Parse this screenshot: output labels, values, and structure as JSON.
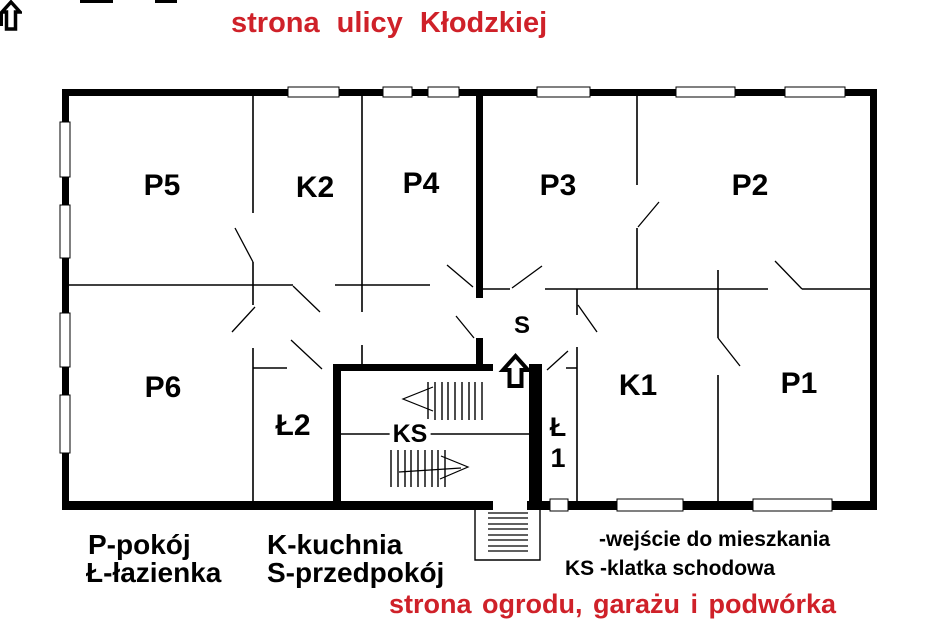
{
  "titles": {
    "top": "strona ulicy Kłodzkiej",
    "bottom": "strona ogrodu, garażu i podwórka"
  },
  "rooms": {
    "p5": "P5",
    "k2": "K2",
    "p4": "P4",
    "p3": "P3",
    "p2": "P2",
    "p6": "P6",
    "l2": "Ł2",
    "s": "S",
    "k1": "K1",
    "p1": "P1",
    "l1_line1": "Ł",
    "l1_line2": "1",
    "ks": "KS"
  },
  "legend": {
    "p": "P-pokój",
    "l": "Ł-łazienka",
    "k": "K-kuchnia",
    "s": "S-przedpokój",
    "entrance": "-wejście do mieszkania",
    "ks": "KS -klatka schodowa"
  },
  "icons": {
    "entrance_arrow": "up-block-arrow",
    "stairs_up_arrow": "left-arrow",
    "stairs_down_arrow": "right-arrow",
    "window": "window-symbol"
  },
  "colors": {
    "accent_red": "#cf2129",
    "wall_black": "#000000",
    "background": "#ffffff"
  }
}
